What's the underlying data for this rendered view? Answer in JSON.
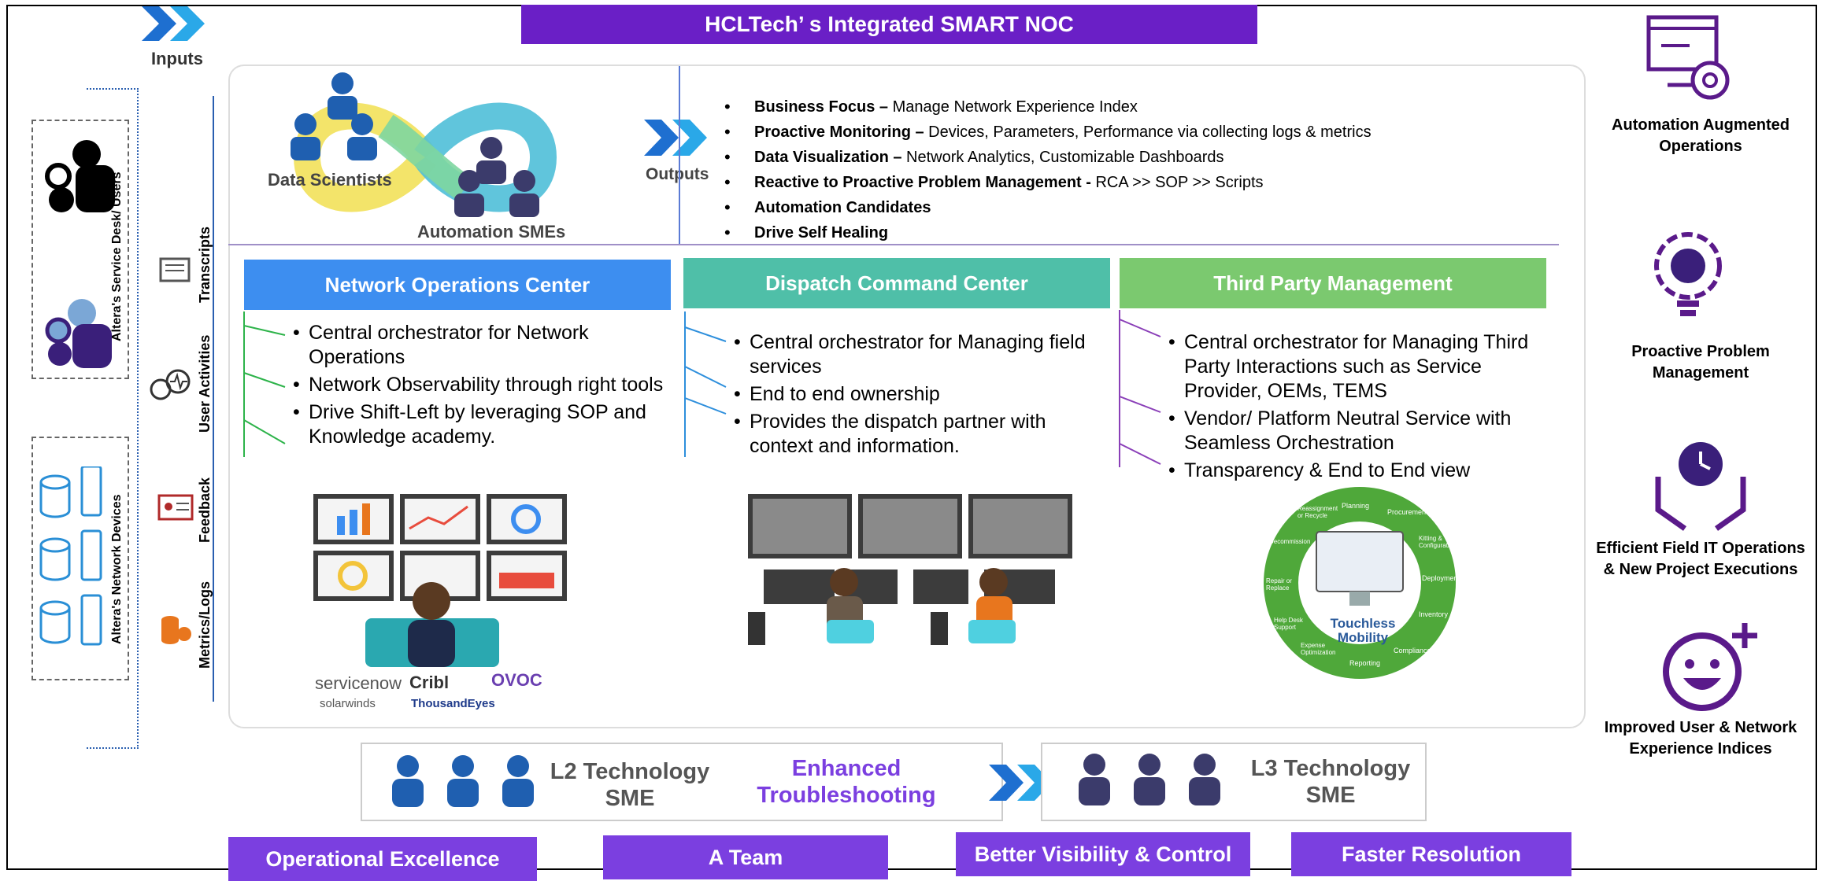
{
  "header": {
    "title": "HCLTech’ s Integrated SMART NOC"
  },
  "inputs_label": "Inputs",
  "outputs_label": "Outputs",
  "left_groups": {
    "service_desk": "Altera's Service Desk/ Users",
    "network_devices": "Altera's  Network Devices"
  },
  "input_channels": [
    "Transcripts",
    "User Activities",
    "Feedback",
    "Metrics/Logs"
  ],
  "loop": {
    "data_scientists": "Data Scientists",
    "automation_smes": "Automation SMEs"
  },
  "outputs": [
    {
      "bold": "Business Focus –",
      "text": " Manage Network Experience Index"
    },
    {
      "bold": "Proactive Monitoring –",
      "text": " Devices, Parameters, Performance via collecting logs & metrics"
    },
    {
      "bold": "Data Visualization –",
      "text": " Network Analytics, Customizable Dashboards"
    },
    {
      "bold": "Reactive to Proactive Problem Management -",
      "text": " RCA >> SOP >> Scripts"
    },
    {
      "bold": "Automation Candidates",
      "text": ""
    },
    {
      "bold": "Drive Self Healing",
      "text": ""
    }
  ],
  "sections": [
    {
      "title": "Network Operations Center",
      "color": "#3d8ef0",
      "line_color": "#2db34a",
      "items": [
        "Central orchestrator for Network Operations",
        "Network Observability through right tools",
        "Drive Shift-Left by leveraging SOP and Knowledge academy."
      ]
    },
    {
      "title": "Dispatch Command Center",
      "color": "#4fbfa8",
      "line_color": "#2e8fdc",
      "items": [
        "Central orchestrator for Managing field services",
        "End to end ownership",
        "Provides the dispatch partner with context and information."
      ]
    },
    {
      "title": "Third Party Management",
      "color": "#7bc96f",
      "line_color": "#8a3fb8",
      "items": [
        "Central orchestrator for Managing Third Party Interactions such as Service Provider, OEMs, TEMS",
        "Vendor/ Platform Neutral Service with Seamless Orchestration",
        "Transparency & End to End view"
      ]
    }
  ],
  "tool_logos": {
    "servicenow": "servicenow",
    "cribl": "Cribl",
    "ovoc": "OVOC",
    "solarwinds": "solarwinds",
    "thousandeyes": "ThousandEyes"
  },
  "lifecycle": {
    "center": "Touchless Mobility",
    "stages": [
      "Planning",
      "Procurement",
      "Kitting & Configuration",
      "Deployment",
      "Inventory",
      "Compliance",
      "Reporting",
      "Expense Optimization",
      "Help Desk Support",
      "Repair or Replace",
      "Decommission",
      "Reassignment or Recycle"
    ]
  },
  "benefits": [
    {
      "label": "Automation Augmented Operations",
      "icon": "automation-gear-monitor-icon"
    },
    {
      "label": "Proactive Problem Management",
      "icon": "gear-bulb-icon"
    },
    {
      "label": "Efficient Field IT Operations & New Project Executions",
      "icon": "hands-clock-icon"
    },
    {
      "label": "Improved User & Network Experience Indices",
      "icon": "smiley-plus-icon"
    }
  ],
  "sme": {
    "l2": "L2 Technology SME",
    "l3": "L3 Technology SME",
    "enhanced": "Enhanced Troubleshooting"
  },
  "bottom_buttons": [
    "Operational Excellence",
    "A Team",
    "Better Visibility & Control",
    "Faster Resolution"
  ],
  "colors": {
    "purple": "#6a1fc6",
    "blue_arrow": "#1e8fe0",
    "person_blue": "#1f5fb0",
    "person_dark": "#3b3b6b"
  }
}
